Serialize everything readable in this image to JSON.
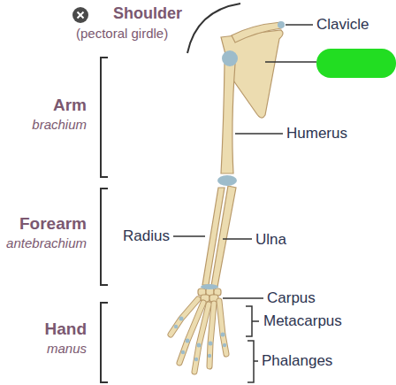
{
  "diagram": {
    "labels": [
      "Shoulder",
      "(pectoral girdle)",
      "Clavicle",
      "Arm",
      "brachium",
      "Humerus",
      "Forearm",
      "antebrachium",
      "Radius",
      "Ulna",
      "Carpus",
      "Metacarpus",
      "Hand",
      "manus",
      "Phalanges"
    ]
  }
}
